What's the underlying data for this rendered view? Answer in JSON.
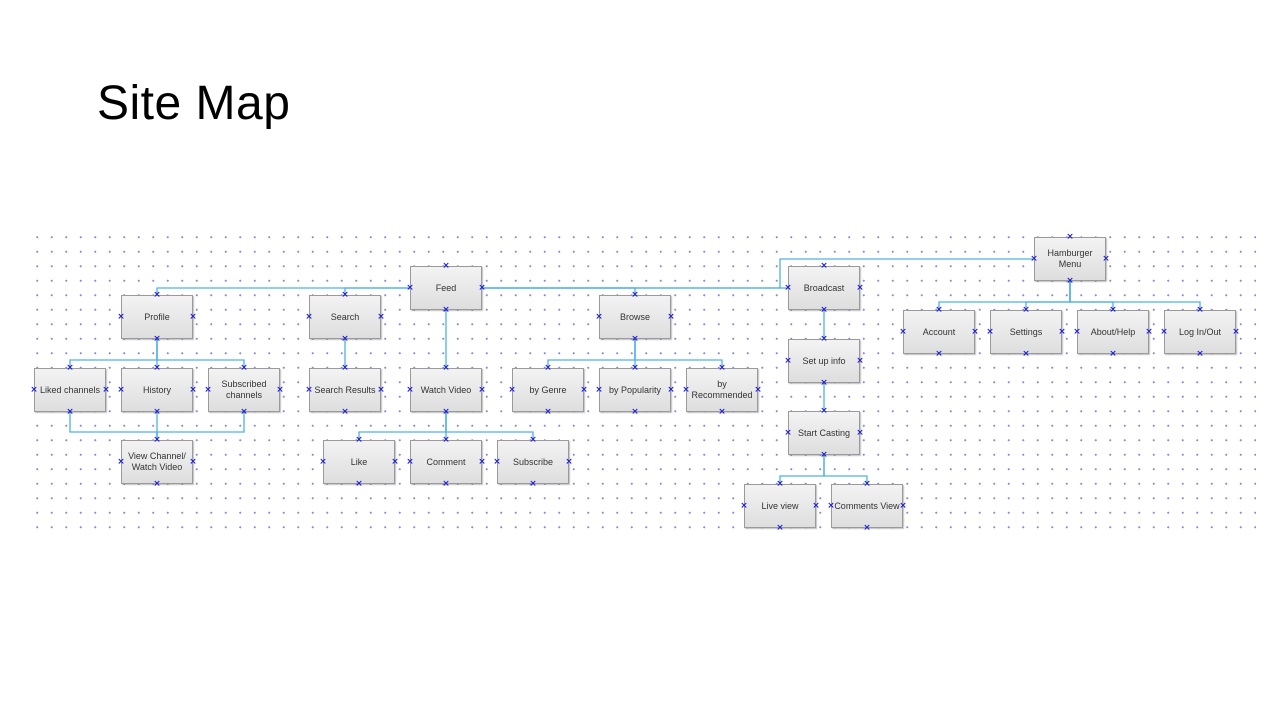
{
  "slide": {
    "title": "Site Map"
  },
  "colors": {
    "link": "#4fb0e6",
    "handle": "#1a1ae0",
    "node_border": "#9a9a9a"
  },
  "nodes": [
    {
      "id": "feed",
      "label": "Feed"
    },
    {
      "id": "profile",
      "label": "Profile"
    },
    {
      "id": "search",
      "label": "Search"
    },
    {
      "id": "browse",
      "label": "Browse"
    },
    {
      "id": "broadcast",
      "label": "Broadcast"
    },
    {
      "id": "hamburger",
      "label": "Hamburger Menu"
    },
    {
      "id": "liked",
      "label": "Liked channels"
    },
    {
      "id": "history",
      "label": "History"
    },
    {
      "id": "subscribed",
      "label": "Subscribed\nchannels"
    },
    {
      "id": "viewchannel",
      "label": "View Channel/\nWatch Video"
    },
    {
      "id": "searchresults",
      "label": "Search Results"
    },
    {
      "id": "watchvideo",
      "label": "Watch Video"
    },
    {
      "id": "like",
      "label": "Like"
    },
    {
      "id": "comment",
      "label": "Comment"
    },
    {
      "id": "subscribe",
      "label": "Subscribe"
    },
    {
      "id": "genre",
      "label": "by Genre"
    },
    {
      "id": "popularity",
      "label": "by Popularity"
    },
    {
      "id": "recommended",
      "label": "by\nRecommended"
    },
    {
      "id": "setup",
      "label": "Set up info"
    },
    {
      "id": "casting",
      "label": "Start Casting"
    },
    {
      "id": "liveview",
      "label": "Live view"
    },
    {
      "id": "commentsview",
      "label": "Comments View"
    },
    {
      "id": "account",
      "label": "Account"
    },
    {
      "id": "settings",
      "label": "Settings"
    },
    {
      "id": "about",
      "label": "About/Help"
    },
    {
      "id": "login",
      "label": "Log In/Out"
    }
  ],
  "edges": [
    [
      "feed",
      "profile"
    ],
    [
      "feed",
      "search"
    ],
    [
      "feed",
      "watchvideo"
    ],
    [
      "feed",
      "browse"
    ],
    [
      "feed",
      "broadcast"
    ],
    [
      "feed",
      "hamburger"
    ],
    [
      "profile",
      "liked"
    ],
    [
      "profile",
      "history"
    ],
    [
      "profile",
      "subscribed"
    ],
    [
      "liked",
      "viewchannel"
    ],
    [
      "history",
      "viewchannel"
    ],
    [
      "subscribed",
      "viewchannel"
    ],
    [
      "search",
      "searchresults"
    ],
    [
      "watchvideo",
      "like"
    ],
    [
      "watchvideo",
      "comment"
    ],
    [
      "watchvideo",
      "subscribe"
    ],
    [
      "browse",
      "genre"
    ],
    [
      "browse",
      "popularity"
    ],
    [
      "browse",
      "recommended"
    ],
    [
      "broadcast",
      "setup"
    ],
    [
      "setup",
      "casting"
    ],
    [
      "casting",
      "liveview"
    ],
    [
      "casting",
      "commentsview"
    ],
    [
      "hamburger",
      "account"
    ],
    [
      "hamburger",
      "settings"
    ],
    [
      "hamburger",
      "about"
    ],
    [
      "hamburger",
      "login"
    ]
  ]
}
